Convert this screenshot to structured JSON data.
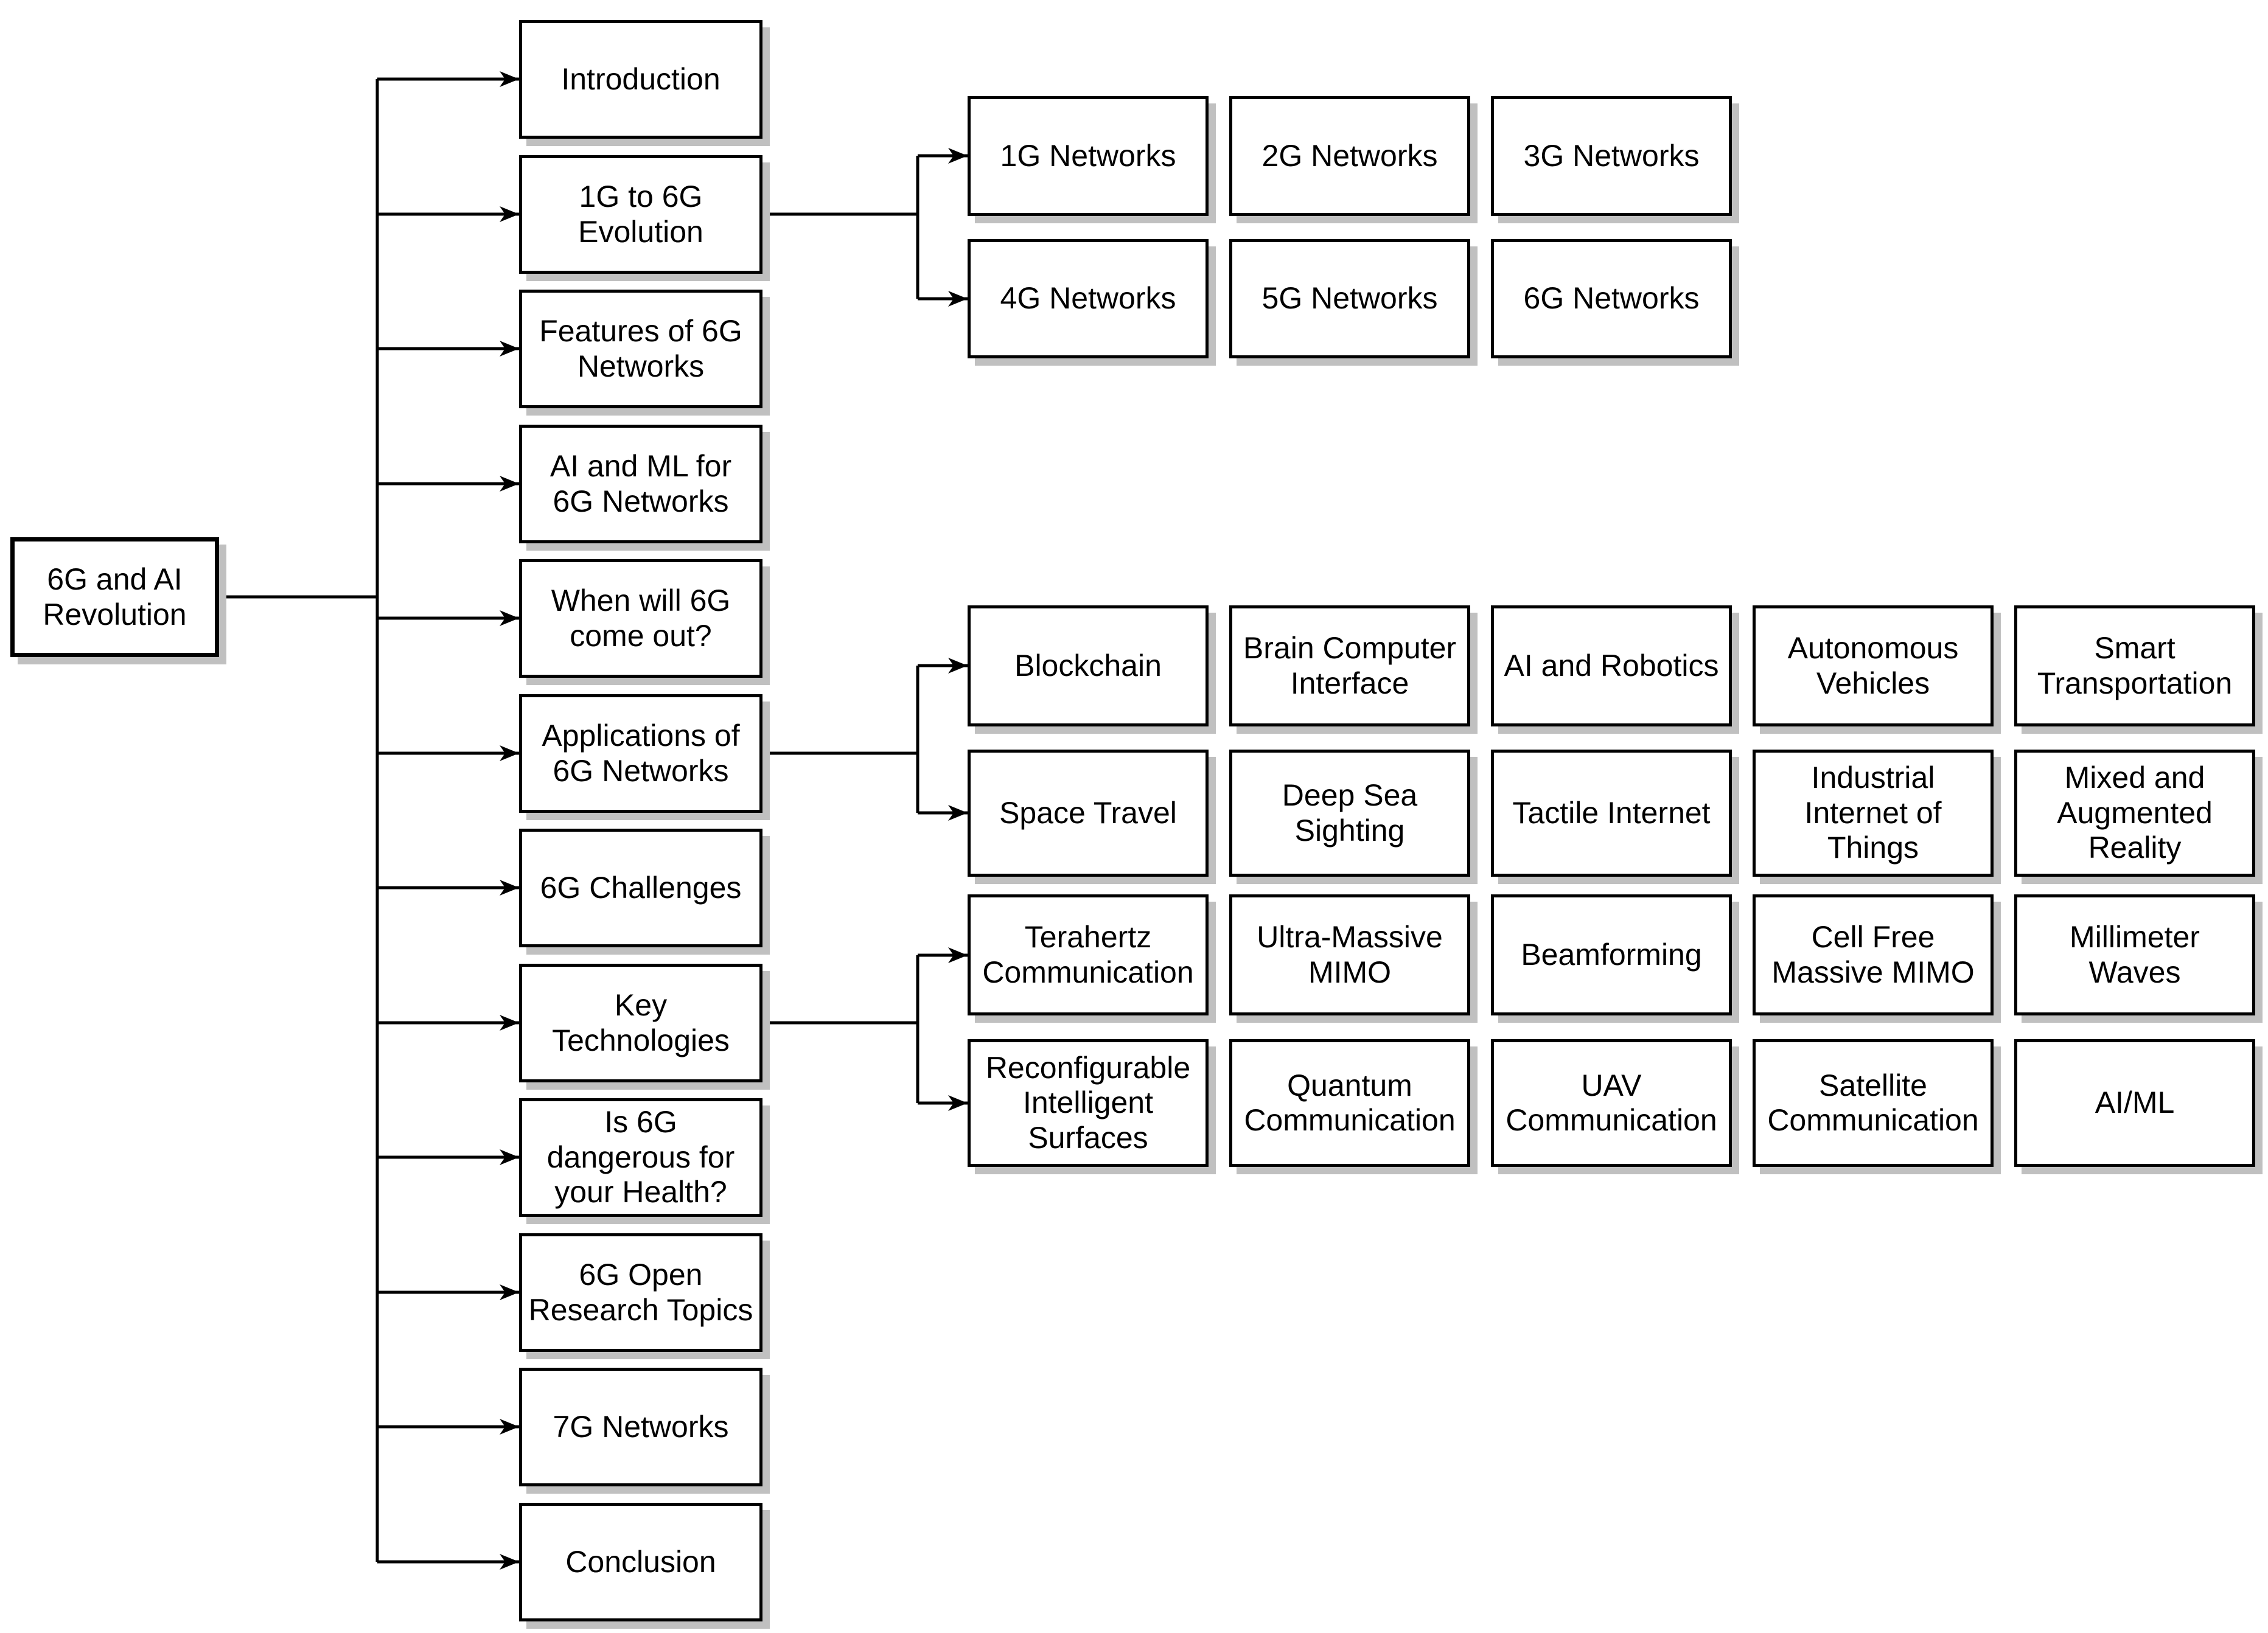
{
  "root": {
    "label": "6G and AI\nRevolution"
  },
  "sections": [
    {
      "label": "Introduction"
    },
    {
      "label": "1G to 6G\nEvolution"
    },
    {
      "label": "Features of 6G\nNetworks"
    },
    {
      "label": "AI and ML for\n6G Networks"
    },
    {
      "label": "When will 6G\ncome out?"
    },
    {
      "label": "Applications of\n6G Networks"
    },
    {
      "label": "6G Challenges"
    },
    {
      "label": "Key\nTechnologies"
    },
    {
      "label": "Is 6G\ndangerous for\nyour Health?"
    },
    {
      "label": "6G Open\nResearch Topics"
    },
    {
      "label": "7G Networks"
    },
    {
      "label": "Conclusion"
    }
  ],
  "evolution": {
    "row1": [
      "1G Networks",
      "2G Networks",
      "3G Networks"
    ],
    "row2": [
      "4G Networks",
      "5G Networks",
      "6G Networks"
    ]
  },
  "applications": {
    "row1": [
      "Blockchain",
      "Brain Computer\nInterface",
      "AI and Robotics",
      "Autonomous\nVehicles",
      "Smart\nTransportation"
    ],
    "row2": [
      "Space Travel",
      "Deep Sea\nSighting",
      "Tactile Internet",
      "Industrial\nInternet of\nThings",
      "Mixed and\nAugmented\nReality"
    ]
  },
  "key_technologies": {
    "row1": [
      "Terahertz\nCommunication",
      "Ultra-Massive\nMIMO",
      "Beamforming",
      "Cell Free\nMassive MIMO",
      "Millimeter\nWaves"
    ],
    "row2": [
      "Reconfigurable\nIntelligent\nSurfaces",
      "Quantum\nCommunication",
      "UAV\nCommunication",
      "Satellite\nCommunication",
      "AI/ML"
    ]
  },
  "colors": {
    "line": "#000000",
    "box_fill": "#ffffff",
    "box_border": "#000000",
    "shadow": "#c0c0c0",
    "text": "#000000",
    "background": "#ffffff"
  }
}
